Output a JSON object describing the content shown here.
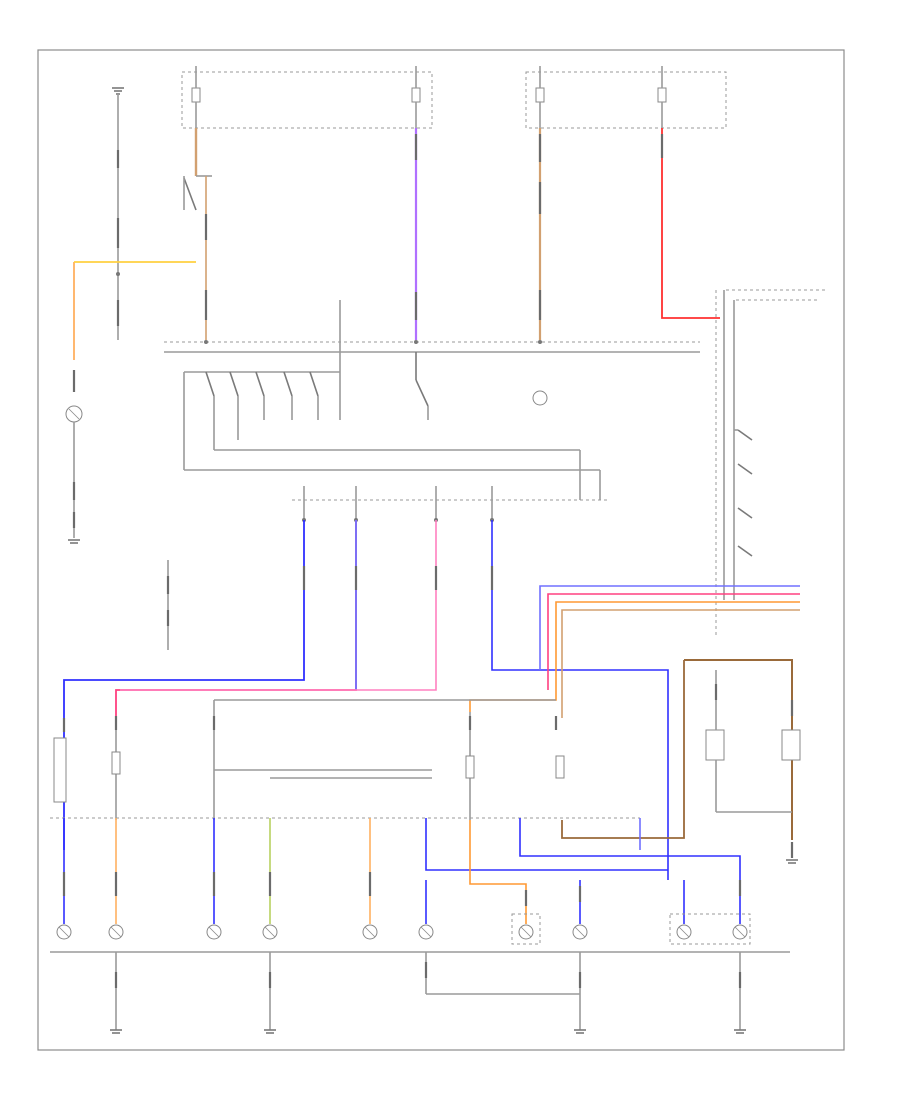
{
  "diagram": {
    "border_color": "#8c8c8c",
    "wire_colors": {
      "gray": "#9a9a9a",
      "dark": "#6b6b6b",
      "violet": "#b070ff",
      "blue": "#3030ff",
      "purple_blue": "#7070ff",
      "pink": "#ff4080",
      "red": "#ff3030",
      "orange": "#ff9933",
      "tan": "#d2a070",
      "yellow": "#ffd040",
      "brown": "#9a6a3a",
      "green_yellow": "#b8d060"
    },
    "icons": [
      "ground-symbol",
      "fuse-symbol",
      "bulb-symbol",
      "switch-symbol",
      "connector-symbol",
      "splice-dot"
    ]
  }
}
